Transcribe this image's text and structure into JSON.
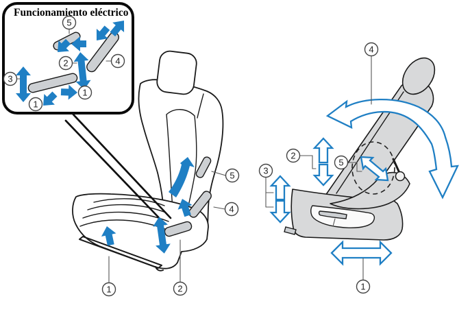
{
  "inset": {
    "title": "Funcionamiento eléctrico"
  },
  "callouts": {
    "n1": "1",
    "n2": "2",
    "n3": "3",
    "n4": "4",
    "n5": "5"
  },
  "colors": {
    "arrow_blue": "#1f7fc4",
    "switch_gray": "#cdd0d3",
    "seat_gray": "#d8d9da",
    "line": "#1a1a1a",
    "background": "#ffffff"
  }
}
